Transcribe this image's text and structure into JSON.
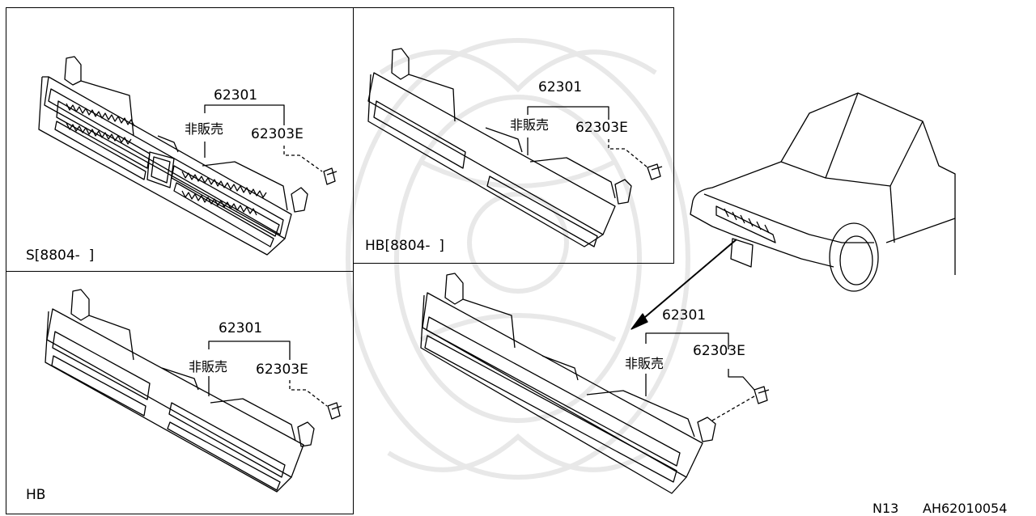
{
  "panels": [
    {
      "variant": "S[8804-  ]",
      "part_number": "62301",
      "not_for_sale": "非販売",
      "clip_part": "62303E"
    },
    {
      "variant": "HB[8804-  ]",
      "part_number": "62301",
      "not_for_sale": "非販売",
      "clip_part": "62303E"
    },
    {
      "variant": "HB",
      "part_number": "62301",
      "not_for_sale": "非販売",
      "clip_part": "62303E"
    },
    {
      "variant": "",
      "part_number": "62301",
      "not_for_sale": "非販売",
      "clip_part": "62303E"
    }
  ],
  "footer": {
    "section_code": "N13",
    "diagram_id": "AH62010054"
  },
  "colors": {
    "line": "#000000",
    "watermark": "#e6e6e6"
  },
  "icons": [
    "watermark-logo-icon",
    "grille-icon",
    "clip-icon",
    "car-front-icon",
    "arrow-icon"
  ]
}
